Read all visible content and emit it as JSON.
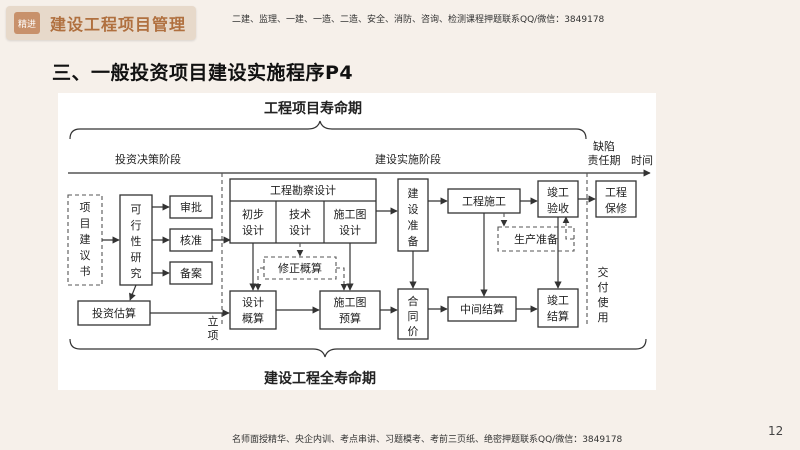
{
  "header": {
    "logo_mark": "精进",
    "logo_text": "建设工程项目管理",
    "top_note": "二建、监理、一建、一造、二造、安全、消防、咨询、检测课程押题联系QQ/微信：3849178"
  },
  "heading": "三、一般投资项目建设实施程序P4",
  "diagram": {
    "title_top": "工程项目寿命期",
    "title_bottom": "建设工程全寿命期",
    "phase_decision": "投资决策阶段",
    "phase_implementation": "建设实施阶段",
    "phase_defect_1": "缺陷",
    "phase_defect_2": "责任期",
    "time_label": "时间",
    "lixiang_1": "立",
    "lixiang_2": "项",
    "jiaofu": [
      "交",
      "付",
      "使",
      "用"
    ],
    "proposal": [
      "项",
      "目",
      "建",
      "议",
      "书"
    ],
    "feasibility": [
      "可",
      "行",
      "性",
      "研",
      "究"
    ],
    "review": "审批",
    "approve": "核准",
    "record": "备案",
    "estimate": "投资估算",
    "survey_design": "工程勘察设计",
    "prelim_design": [
      "初步",
      "设计"
    ],
    "tech_design": [
      "技术",
      "设计"
    ],
    "construction_drawing": [
      "施工图",
      "设计"
    ],
    "revised_budget": "修正概算",
    "design_budget": [
      "设计",
      "概算"
    ],
    "drawing_budget": [
      "施工图",
      "预算"
    ],
    "construction_prep": [
      "建",
      "设",
      "准",
      "备"
    ],
    "contract_price": [
      "合",
      "同",
      "价"
    ],
    "construction": "工程施工",
    "production_prep": "生产准备",
    "interim_settlement": "中间结算",
    "completion_acceptance": [
      "竣工",
      "验收"
    ],
    "completion_settlement": [
      "竣工",
      "结算"
    ],
    "warranty": [
      "工程",
      "保修"
    ]
  },
  "footer": {
    "note": "名师面授精华、央企内训、考点串讲、习题模考、考前三页纸、绝密押题联系QQ/微信：3849178",
    "page": "12"
  }
}
